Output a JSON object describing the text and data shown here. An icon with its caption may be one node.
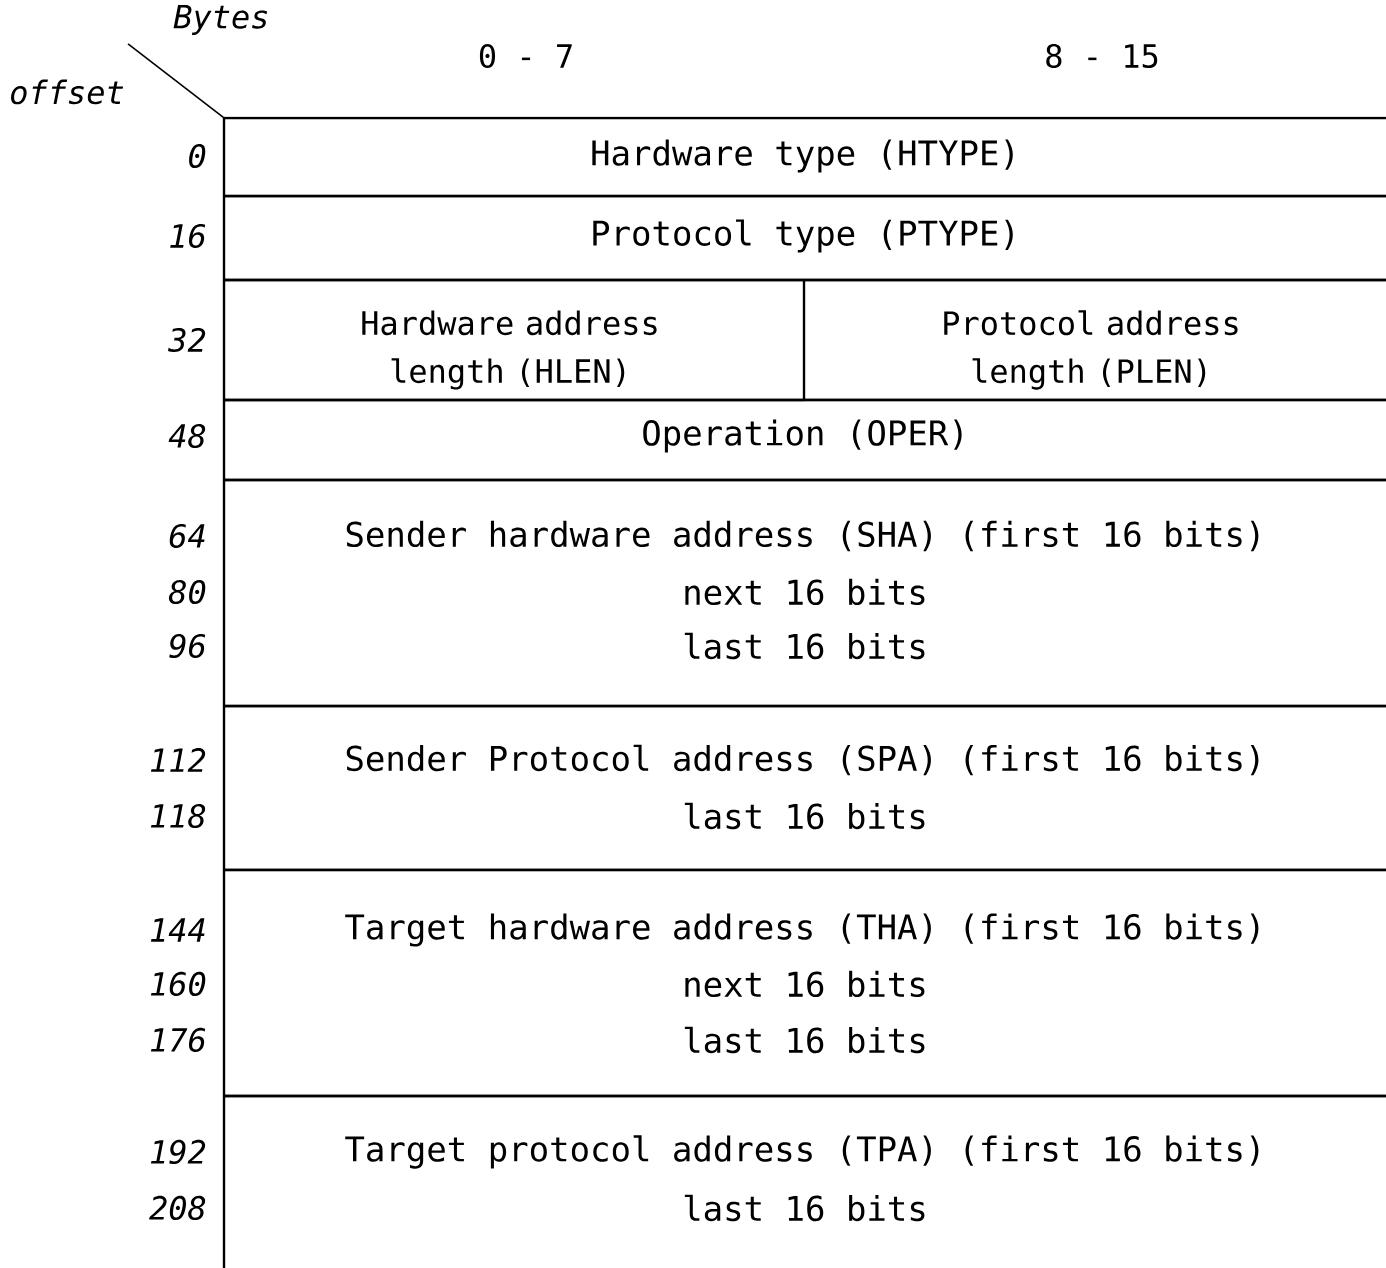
{
  "diagram": {
    "nodes": [
      {
        "text": [
          "Hardware type (HTYPE)"
        ]
      },
      {
        "text": [
          "Protocol type (PTYPE)"
        ]
      },
      {
        "text": [
          "Hardware address length (HLEN)"
        ]
      },
      {
        "text": [
          "Protocol address length (PLEN)"
        ]
      },
      {
        "text": [
          "Operation (OPER)"
        ]
      },
      {
        "text": [
          "Sender hardware address (SHA) (first 16 bits)",
          "next 16 bits",
          "last 16 bits"
        ]
      },
      {
        "text": [
          "Sender Protocol address (SPA) (first 16 bits)",
          "last 16 bits"
        ]
      },
      {
        "text": [
          "Target hardware address (THA) (first 16 bits)",
          "next 16 bits",
          "last 16 bits"
        ]
      },
      {
        "text": [
          "Target protocol address (TPA) (first 16 bits)",
          "last 16 bits"
        ]
      }
    ],
    "edges": [],
    "labels": [
      "Bytes",
      "0 - 7",
      "8 - 15",
      "offset",
      "0",
      "16",
      "32",
      "48",
      "64",
      "80",
      "96",
      "112",
      "118",
      "144",
      "160",
      "176",
      "192",
      "208"
    ]
  }
}
